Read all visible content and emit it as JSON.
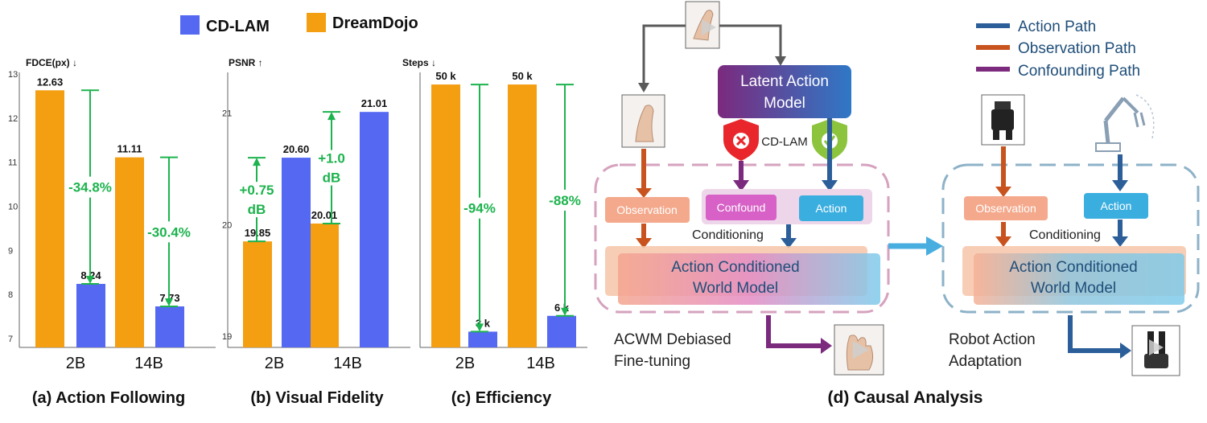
{
  "legend": [
    {
      "label": "CD-LAM",
      "color": "#5468F2"
    },
    {
      "label": "DreamDojo",
      "color": "#F49E12"
    }
  ],
  "colors": {
    "cdlam": "#5468F2",
    "dreamdojo": "#F49E12",
    "annotation": "#1DB34E",
    "action_path": "#2C5E9A",
    "observation_path": "#C8531E",
    "confounding_path": "#7B2A7E",
    "transfer_arrow": "#48AEE0"
  },
  "chart_data": [
    {
      "type": "bar",
      "metric_label": "FDCE(px) ↓",
      "caption": "(a) Action Following",
      "categories": [
        "2B",
        "14B"
      ],
      "series": [
        {
          "name": "DreamDojo",
          "values": [
            12.63,
            11.11
          ]
        },
        {
          "name": "CD-LAM",
          "values": [
            8.24,
            7.73
          ]
        }
      ],
      "value_labels": [
        [
          "12.63",
          "11.11"
        ],
        [
          "8.24",
          "7.73"
        ]
      ],
      "ylim": [
        6.8,
        13
      ],
      "yticks": [
        7,
        8,
        9,
        10,
        11,
        12,
        13
      ],
      "annotations": [
        {
          "text": "-34.8%",
          "category": "2B",
          "from": 12.63,
          "to": 8.24,
          "direction": "down"
        },
        {
          "text": "-30.4%",
          "category": "14B",
          "from": 11.11,
          "to": 7.73,
          "direction": "down"
        }
      ]
    },
    {
      "type": "bar",
      "metric_label": "PSNR ↑",
      "caption": "(b) Visual Fidelity",
      "categories": [
        "2B",
        "14B"
      ],
      "series": [
        {
          "name": "DreamDojo",
          "values": [
            19.85,
            20.01
          ]
        },
        {
          "name": "CD-LAM",
          "values": [
            20.6,
            21.01
          ]
        }
      ],
      "value_labels": [
        [
          "19.85",
          "20.01"
        ],
        [
          "20.60",
          "21.01"
        ]
      ],
      "ylim": [
        18.9,
        21.35
      ],
      "yticks": [
        19,
        20,
        21
      ],
      "annotations": [
        {
          "text": [
            "+0.75",
            "dB"
          ],
          "category": "2B",
          "from": 19.85,
          "to": 20.6,
          "direction": "up"
        },
        {
          "text": [
            "+1.0",
            "dB"
          ],
          "category": "14B",
          "from": 20.01,
          "to": 21.01,
          "direction": "up"
        }
      ]
    },
    {
      "type": "bar",
      "metric_label": "Steps ↓",
      "caption": "(c) Efficiency",
      "categories": [
        "2B",
        "14B"
      ],
      "series": [
        {
          "name": "DreamDojo",
          "values": [
            50,
            50
          ]
        },
        {
          "name": "CD-LAM",
          "values": [
            3,
            6
          ]
        }
      ],
      "value_labels": [
        [
          "50 k",
          "50 k"
        ],
        [
          "3 k",
          "6 k"
        ]
      ],
      "ylim": [
        0,
        52
      ],
      "yticks": [],
      "annotations": [
        {
          "text": "-94%",
          "category": "2B",
          "from": 50,
          "to": 3,
          "direction": "down"
        },
        {
          "text": "-88%",
          "category": "14B",
          "from": 50,
          "to": 6,
          "direction": "down"
        }
      ]
    }
  ],
  "diagram": {
    "caption": "(d) Causal Analysis",
    "path_legend": [
      "Action Path",
      "Observation Path",
      "Confounding Path"
    ],
    "lam_box": [
      "Latent Action",
      "Model"
    ],
    "cd_lam_label": "CD-LAM",
    "left": {
      "observation": "Observation",
      "confound": "Confound",
      "action": "Action",
      "conditioning": "Conditioning",
      "world_model": [
        "Action Conditioned",
        "World Model"
      ],
      "caption": [
        "ACWM Debiased",
        "Fine-tuning"
      ]
    },
    "right": {
      "observation": "Observation",
      "action": "Action",
      "conditioning": "Conditioning",
      "world_model": [
        "Action Conditioned",
        "World Model"
      ],
      "caption": [
        "Robot Action",
        "Adaptation"
      ]
    }
  }
}
